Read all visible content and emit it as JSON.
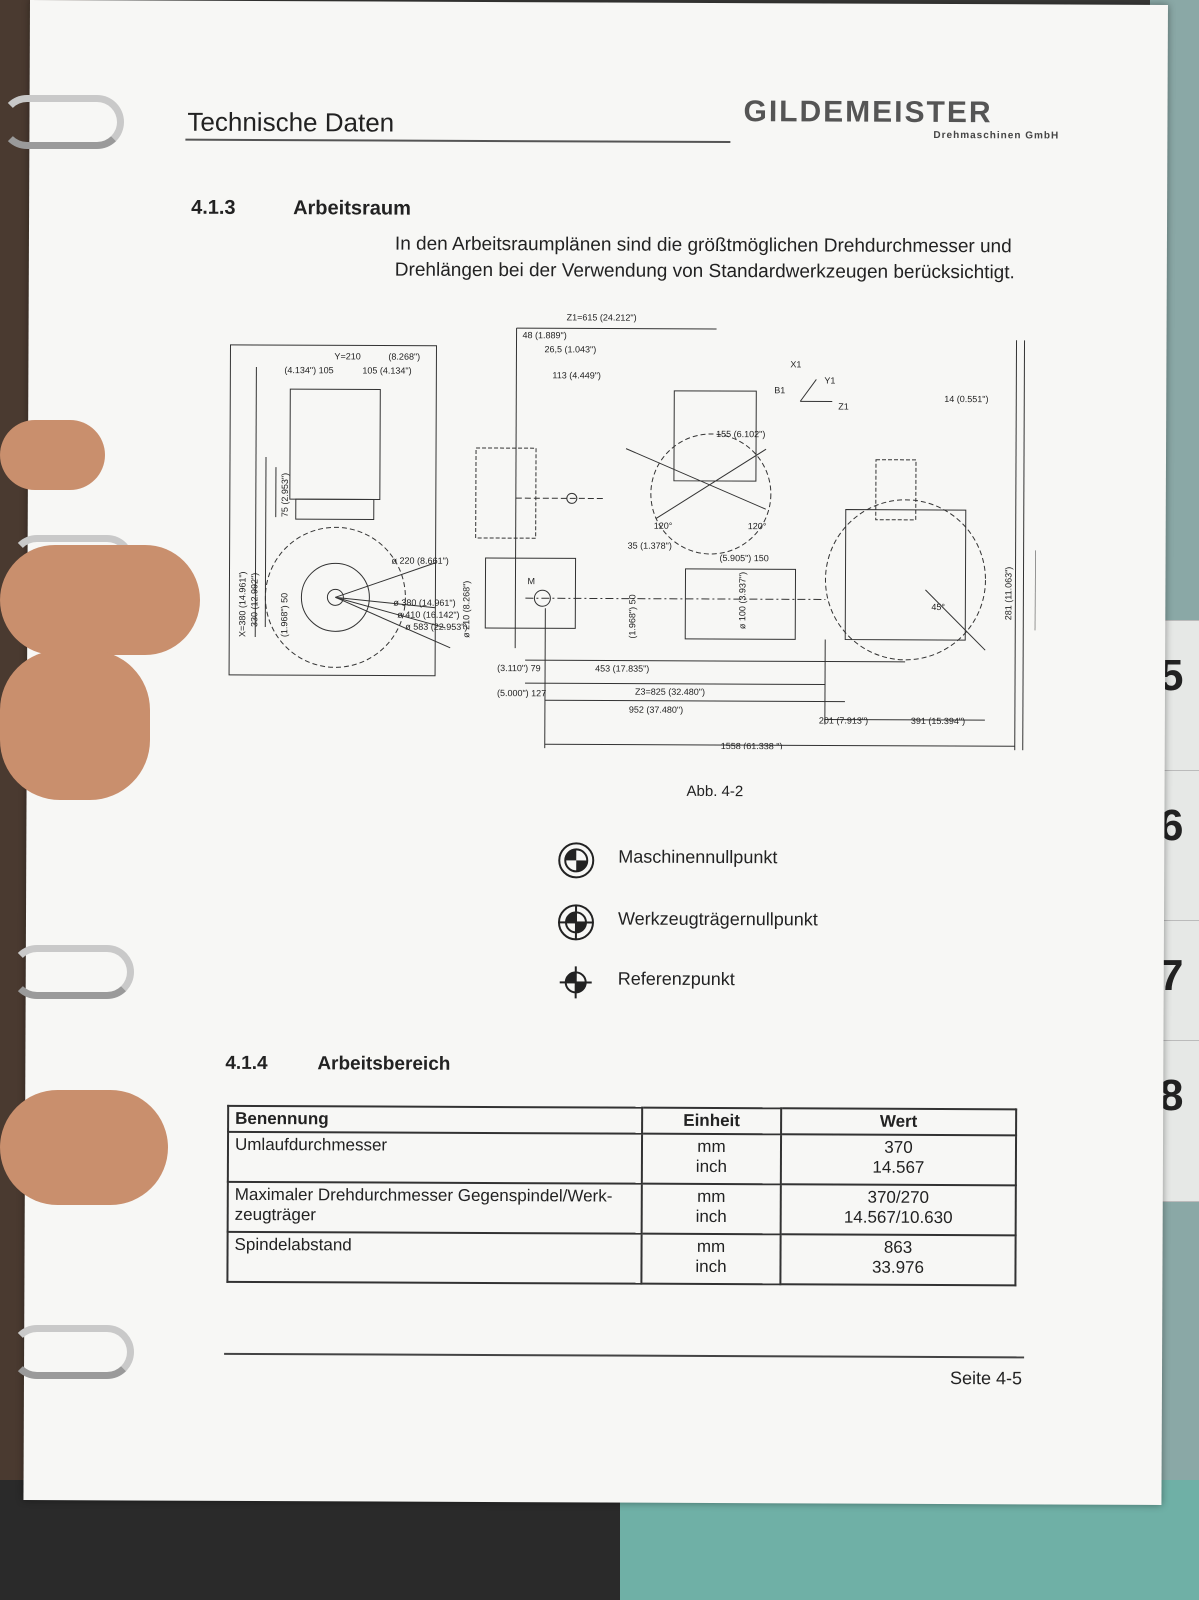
{
  "header": {
    "title": "Technische Daten",
    "logo": "GILDEMEISTER",
    "logo_sub": "Drehmaschinen GmbH"
  },
  "section1": {
    "number": "4.1.3",
    "title": "Arbeitsraum",
    "intro": "In den Arbeitsraumplänen sind die größtmöglichen Drehdurchmesser und Drehlängen bei der Verwendung von Standardwerkzeugen berücksichtigt."
  },
  "figure": {
    "caption": "Abb. 4-2",
    "labels": {
      "z1": "Z1=615 (24.212\")",
      "d48": "48 (1.889\")",
      "d26": "26,5 (1.043\")",
      "d113": "113 (4.449\")",
      "y210": "Y=210",
      "y210in": "(8.268\")",
      "d105a": "(4.134\") 105",
      "d105b": "105 (4.134\")",
      "x380": "X=380 (14.961\")",
      "d330": "330 (12.992\")",
      "d75": "75 (2.953\")",
      "d50a": "(1.968\") 50",
      "phi220": "ø 220 (8.661\")",
      "phi380": "ø 380 (14.961\")",
      "phi410": "ø 410 (16.142\")",
      "phi583": "ø 583 (22.953\")",
      "phi210": "ø 210 (8.268\")",
      "d155": "155 (6.102\")",
      "d35": "35 (1.378\")",
      "d150": "(5.905\") 150",
      "phi100": "ø 100 (3.937\")",
      "d50b": "(1.968\") 50",
      "d14": "14 (0.551\")",
      "d281": "281 (11.063\")",
      "d79": "(3.110\") 79",
      "d127": "(5.000\") 127",
      "d453": "453 (17.835\")",
      "z3": "Z3=825 (32.480\")",
      "d952": "952 (37.480\")",
      "d201": "201 (7.913\")",
      "d391": "391 (15.394\")",
      "d1558": "1558 (61.338 \")",
      "ang120a": "120°",
      "ang120b": "120°",
      "ang45": "45°",
      "x1": "X1",
      "y1": "Y1",
      "z1axis": "Z1",
      "b1": "B1",
      "m": "M"
    }
  },
  "legend": [
    {
      "icon": "machine-zero-icon",
      "label": "Maschinennullpunkt"
    },
    {
      "icon": "tool-carrier-zero-icon",
      "label": "Werkzeugträgernullpunkt"
    },
    {
      "icon": "reference-point-icon",
      "label": "Referenzpunkt"
    }
  ],
  "section2": {
    "number": "4.1.4",
    "title": "Arbeitsbereich"
  },
  "table": {
    "headers": [
      "Benennung",
      "Einheit",
      "Wert"
    ],
    "rows": [
      {
        "name": "Umlaufdurchmesser",
        "unit1": "mm",
        "unit2": "inch",
        "val1": "370",
        "val2": "14.567"
      },
      {
        "name": "Maximaler Drehdurchmesser Gegenspindel/Werk-zeugträger",
        "unit1": "mm",
        "unit2": "inch",
        "val1": "370/270",
        "val2": "14.567/10.630"
      },
      {
        "name": "Spindelabstand",
        "unit1": "mm",
        "unit2": "inch",
        "val1": "863",
        "val2": "33.976"
      }
    ]
  },
  "footer": {
    "page": "Seite 4-5"
  },
  "tabs": [
    "5",
    "6",
    "7",
    "8"
  ]
}
